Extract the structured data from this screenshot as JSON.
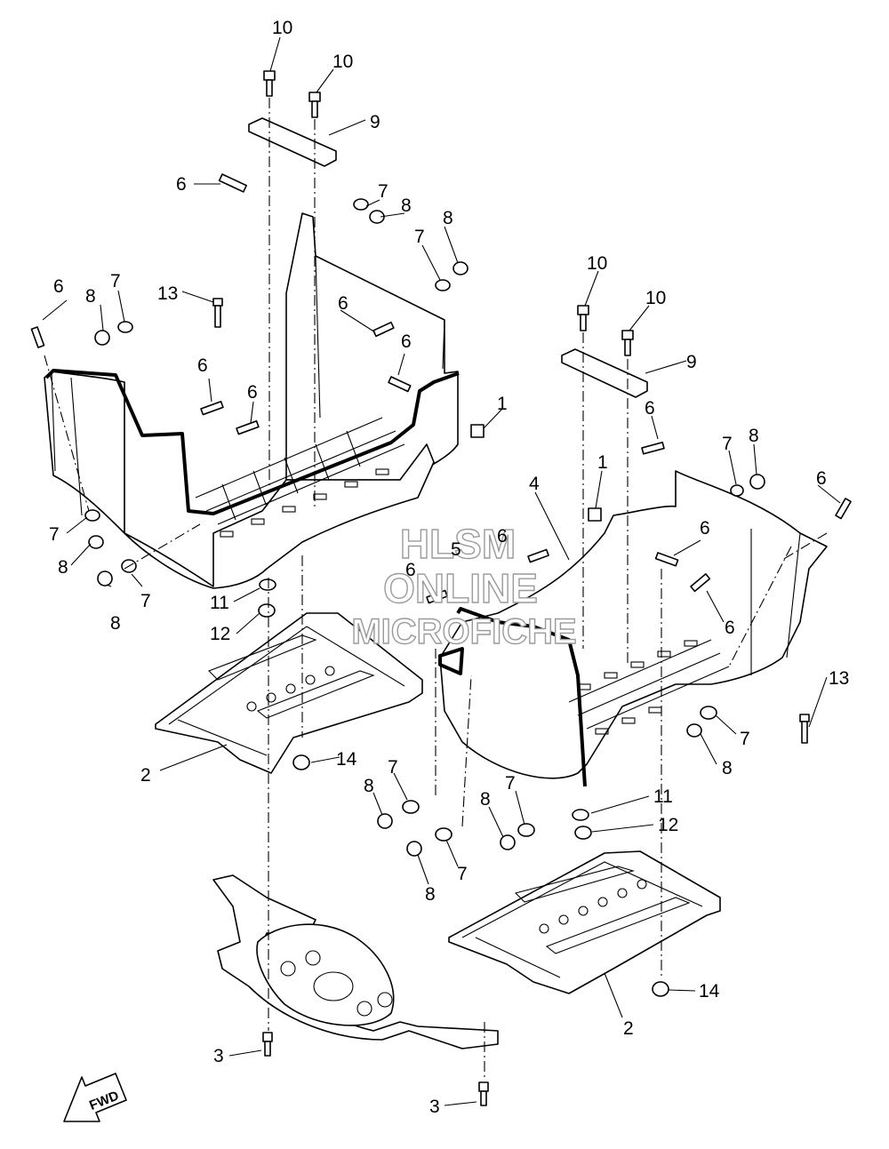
{
  "watermark": {
    "line1": "HLSM",
    "line2": "ONLINE",
    "line3": "MICROFICHE"
  },
  "fwd_label": "FWD",
  "callouts": [
    {
      "id": "c01",
      "label": "10"
    },
    {
      "id": "c02",
      "label": "10"
    },
    {
      "id": "c03",
      "label": "9"
    },
    {
      "id": "c04",
      "label": "6"
    },
    {
      "id": "c05",
      "label": "7"
    },
    {
      "id": "c06",
      "label": "8"
    },
    {
      "id": "c07",
      "label": "8"
    },
    {
      "id": "c08",
      "label": "7"
    },
    {
      "id": "c09",
      "label": "6"
    },
    {
      "id": "c10",
      "label": "8"
    },
    {
      "id": "c11",
      "label": "7"
    },
    {
      "id": "c12",
      "label": "13"
    },
    {
      "id": "c13",
      "label": "6"
    },
    {
      "id": "c14",
      "label": "6"
    },
    {
      "id": "c15",
      "label": "6"
    },
    {
      "id": "c16",
      "label": "6"
    },
    {
      "id": "c17",
      "label": "1"
    },
    {
      "id": "c18",
      "label": "7"
    },
    {
      "id": "c19",
      "label": "8"
    },
    {
      "id": "c20",
      "label": "8"
    },
    {
      "id": "c21",
      "label": "7"
    },
    {
      "id": "c22",
      "label": "11"
    },
    {
      "id": "c23",
      "label": "12"
    },
    {
      "id": "c24",
      "label": "5"
    },
    {
      "id": "c25",
      "label": "6"
    },
    {
      "id": "c26",
      "label": "6"
    },
    {
      "id": "c27",
      "label": "2"
    },
    {
      "id": "c28",
      "label": "14"
    },
    {
      "id": "c29",
      "label": "10"
    },
    {
      "id": "c30",
      "label": "10"
    },
    {
      "id": "c31",
      "label": "9"
    },
    {
      "id": "c32",
      "label": "6"
    },
    {
      "id": "c33",
      "label": "7"
    },
    {
      "id": "c34",
      "label": "8"
    },
    {
      "id": "c35",
      "label": "6"
    },
    {
      "id": "c36",
      "label": "1"
    },
    {
      "id": "c37",
      "label": "4"
    },
    {
      "id": "c38",
      "label": "6"
    },
    {
      "id": "c39",
      "label": "6"
    },
    {
      "id": "c40",
      "label": "13"
    },
    {
      "id": "c41",
      "label": "7"
    },
    {
      "id": "c42",
      "label": "8"
    },
    {
      "id": "c43",
      "label": "11"
    },
    {
      "id": "c44",
      "label": "12"
    },
    {
      "id": "c45",
      "label": "7"
    },
    {
      "id": "c46",
      "label": "8"
    },
    {
      "id": "c47",
      "label": "7"
    },
    {
      "id": "c48",
      "label": "8"
    },
    {
      "id": "c49",
      "label": "7"
    },
    {
      "id": "c50",
      "label": "8"
    },
    {
      "id": "c51",
      "label": "2"
    },
    {
      "id": "c52",
      "label": "14"
    },
    {
      "id": "c53",
      "label": "3"
    },
    {
      "id": "c54",
      "label": "3"
    }
  ]
}
